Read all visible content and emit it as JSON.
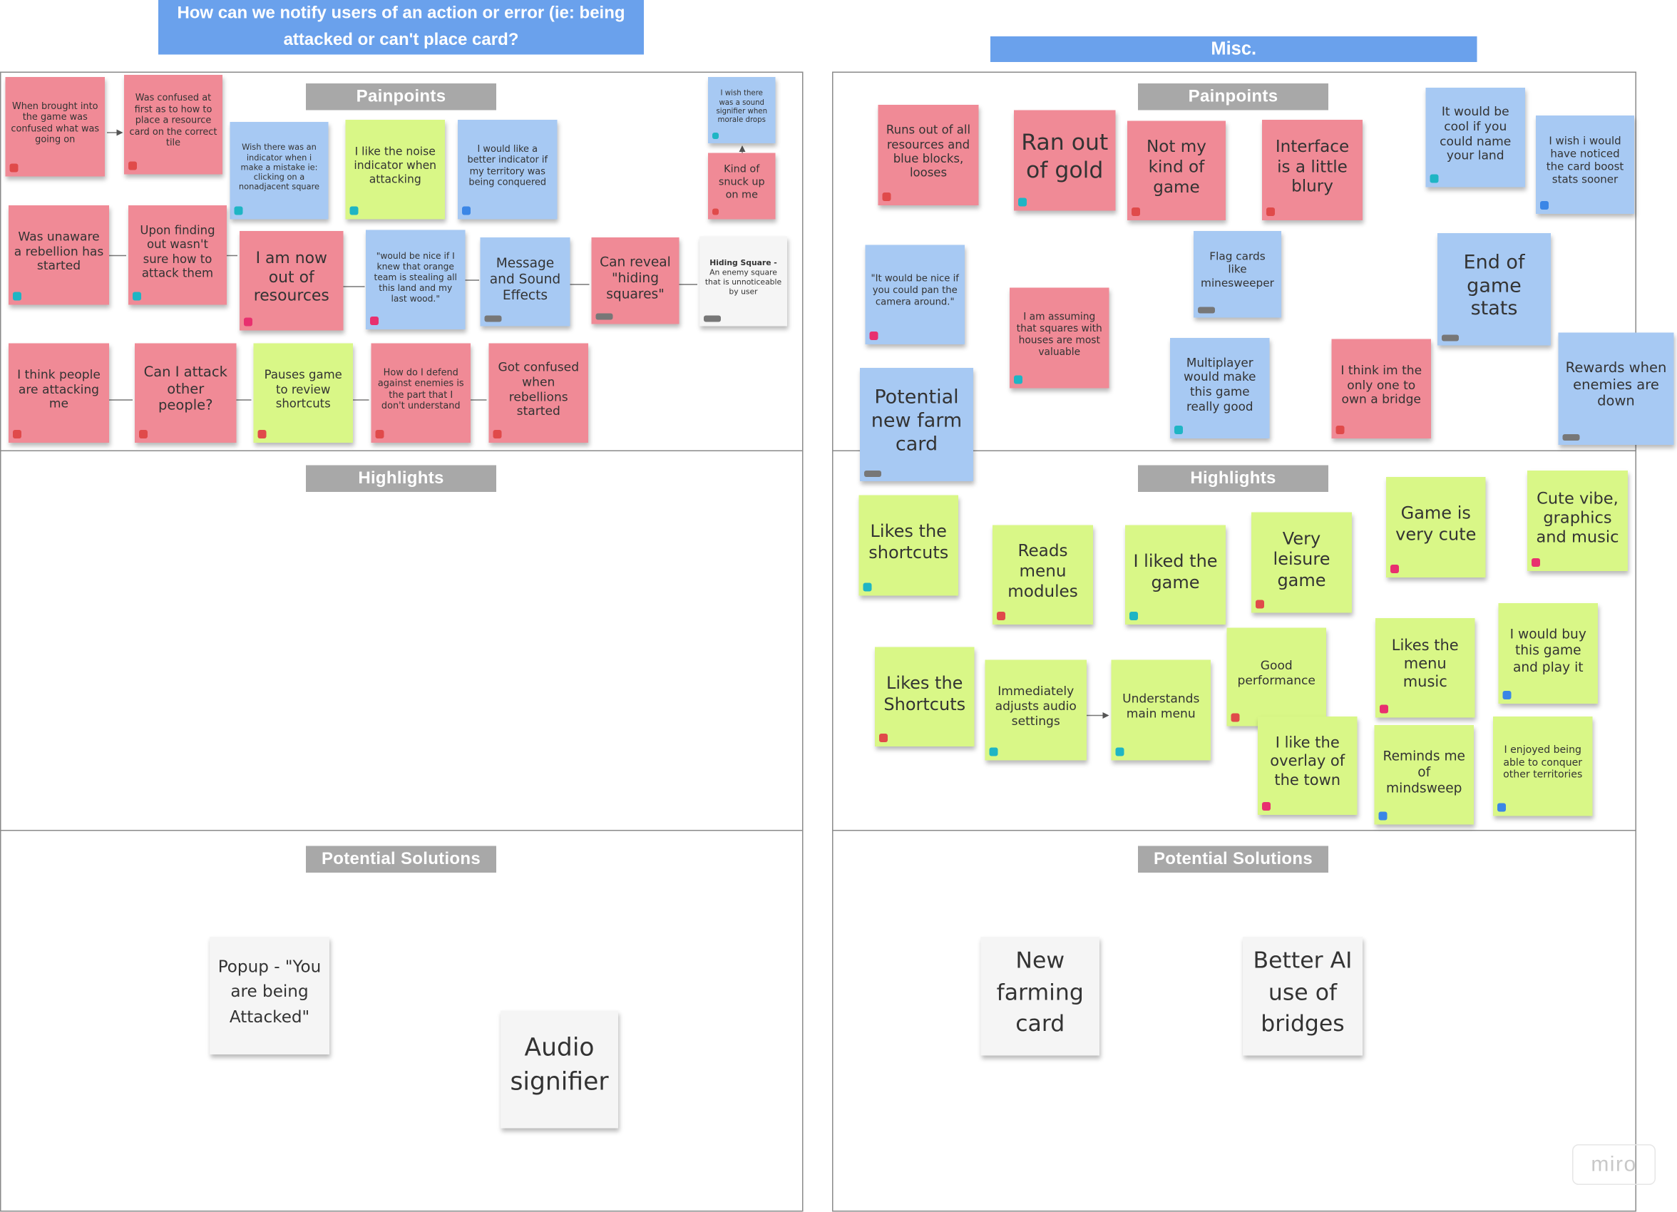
{
  "board": {
    "left_title": "How can we notify users of an action or error (ie: being attacked or can't place card?",
    "right_title": "Misc.",
    "section_painpoints": "Painpoints",
    "section_highlights": "Highlights",
    "section_solutions": "Potential Solutions",
    "watermark": "miro"
  },
  "colors": {
    "title_blue": "#6aa1ec",
    "header_gray": "#a8a8a8",
    "note_pink": "#f08a96",
    "note_blue": "#a7c9f3",
    "note_green": "#d9f787",
    "note_white": "#f5f5f5"
  },
  "left_notes": [
    {
      "id": "l1",
      "color": "pink",
      "badge": "red",
      "text": "When brought into the game was confused what was going on"
    },
    {
      "id": "l2",
      "color": "pink",
      "badge": "red",
      "text": "Was confused at first as to how to place a resource card on the correct tile"
    },
    {
      "id": "l3",
      "color": "blue",
      "badge": "cyan",
      "text": "Wish there was an indicator when i make a mistake ie: clicking on a nonadjacent square"
    },
    {
      "id": "l4",
      "color": "green",
      "badge": "cyan",
      "text": "I like the noise indicator when attacking"
    },
    {
      "id": "l5",
      "color": "blue",
      "badge": "blue",
      "text": "I would like a better indicator if my territory was being conquered"
    },
    {
      "id": "l6",
      "color": "blue",
      "badge": "cyan",
      "text": "I wish there was a sound signifier when morale drops"
    },
    {
      "id": "l7",
      "color": "pink",
      "badge": "red",
      "text": "Kind of snuck up on me"
    },
    {
      "id": "l8",
      "color": "pink",
      "badge": "cyan",
      "text": "Was unaware a rebellion has started"
    },
    {
      "id": "l9",
      "color": "pink",
      "badge": "cyan",
      "text": "Upon finding out wasn't sure how to attack them"
    },
    {
      "id": "l10",
      "color": "pink",
      "badge": "pink",
      "text": "I am now out of resources"
    },
    {
      "id": "l11",
      "color": "blue",
      "badge": "pink",
      "text": "\"would be nice if I knew that orange team is stealing all this land and my last wood.\""
    },
    {
      "id": "l12",
      "color": "blue",
      "badge": "gray",
      "text": "Message and Sound Effects"
    },
    {
      "id": "l13",
      "color": "pink",
      "badge": "gray",
      "text": "Can reveal \"hiding squares\""
    },
    {
      "id": "l14",
      "color": "white",
      "badge": "gray",
      "heading": "Hiding Square -",
      "text": "An enemy square that is unnoticeable by user"
    },
    {
      "id": "l15",
      "color": "pink",
      "badge": "red",
      "text": "I think people are attacking me"
    },
    {
      "id": "l16",
      "color": "pink",
      "badge": "red",
      "text": "Can I attack other people?"
    },
    {
      "id": "l17",
      "color": "green",
      "badge": "red",
      "text": "Pauses game to review shortcuts"
    },
    {
      "id": "l18",
      "color": "pink",
      "badge": "red",
      "text": "How do I defend against enemies is the part that I don't understand"
    },
    {
      "id": "l19",
      "color": "pink",
      "badge": "red",
      "text": "Got confused when rebellions started"
    }
  ],
  "left_solutions": [
    {
      "id": "ls1",
      "color": "white",
      "text": "Popup - \"You are being Attacked\""
    },
    {
      "id": "ls2",
      "color": "white",
      "text": "Audio signifier"
    }
  ],
  "right_painpoints": [
    {
      "id": "r1",
      "color": "pink",
      "badge": "red",
      "text": "Runs out of all resources and blue blocks, looses"
    },
    {
      "id": "r2",
      "color": "pink",
      "badge": "cyan",
      "text": "Ran out of gold"
    },
    {
      "id": "r3",
      "color": "pink",
      "badge": "red",
      "text": "Not my kind of game"
    },
    {
      "id": "r4",
      "color": "pink",
      "badge": "red",
      "text": "Interface is a little blury"
    },
    {
      "id": "r5",
      "color": "blue",
      "badge": "cyan",
      "text": "It would be cool if you could name your land"
    },
    {
      "id": "r6",
      "color": "blue",
      "badge": "blue",
      "text": "I wish i would have noticed the card boost stats sooner"
    },
    {
      "id": "r7",
      "color": "blue",
      "badge": "pink",
      "text": "\"It would be nice if you could pan the camera around.\""
    },
    {
      "id": "r8",
      "color": "pink",
      "badge": "cyan",
      "text": "I am assuming that squares with houses are most valuable"
    },
    {
      "id": "r9",
      "color": "blue",
      "badge": "gray",
      "text": "Flag cards like minesweeper"
    },
    {
      "id": "r10",
      "color": "blue",
      "badge": "gray",
      "text": "End of game stats"
    },
    {
      "id": "r11",
      "color": "blue",
      "badge": "cyan",
      "text": "Multiplayer would make this game really good"
    },
    {
      "id": "r12",
      "color": "pink",
      "badge": "red",
      "text": "I think im the only one to own a bridge"
    },
    {
      "id": "r13",
      "color": "blue",
      "badge": "gray",
      "text": "Rewards when enemies are down"
    },
    {
      "id": "r14",
      "color": "blue",
      "badge": "gray",
      "text": "Potential new farm card"
    }
  ],
  "right_highlights": [
    {
      "id": "h1",
      "color": "green",
      "badge": "cyan",
      "text": "Likes the shortcuts"
    },
    {
      "id": "h2",
      "color": "green",
      "badge": "red",
      "text": "Reads menu modules"
    },
    {
      "id": "h3",
      "color": "green",
      "badge": "cyan",
      "text": "I liked the game"
    },
    {
      "id": "h4",
      "color": "green",
      "badge": "red",
      "text": "Very leisure game"
    },
    {
      "id": "h5",
      "color": "green",
      "badge": "pink",
      "text": "Game is very cute"
    },
    {
      "id": "h6",
      "color": "green",
      "badge": "pink",
      "text": "Cute vibe, graphics and music"
    },
    {
      "id": "h7",
      "color": "green",
      "badge": "red",
      "text": "Likes the Shortcuts"
    },
    {
      "id": "h8",
      "color": "green",
      "badge": "cyan",
      "text": "Immediately adjusts audio settings"
    },
    {
      "id": "h9",
      "color": "green",
      "badge": "cyan",
      "text": "Understands main menu"
    },
    {
      "id": "h10",
      "color": "green",
      "badge": "red",
      "text": "Good performance"
    },
    {
      "id": "h11",
      "color": "green",
      "badge": "pink",
      "text": "Likes the menu music"
    },
    {
      "id": "h12",
      "color": "green",
      "badge": "blue",
      "text": "I would buy this game and play it"
    },
    {
      "id": "h13",
      "color": "green",
      "badge": "pink",
      "text": "I like the overlay of the town"
    },
    {
      "id": "h14",
      "color": "green",
      "badge": "blue",
      "text": "Reminds me of mindsweep"
    },
    {
      "id": "h15",
      "color": "green",
      "badge": "blue",
      "text": "I enjoyed being able to conquer other territories"
    }
  ],
  "right_solutions": [
    {
      "id": "rs1",
      "color": "white",
      "text": "New farming card"
    },
    {
      "id": "rs2",
      "color": "white",
      "text": "Better AI use of bridges"
    }
  ]
}
